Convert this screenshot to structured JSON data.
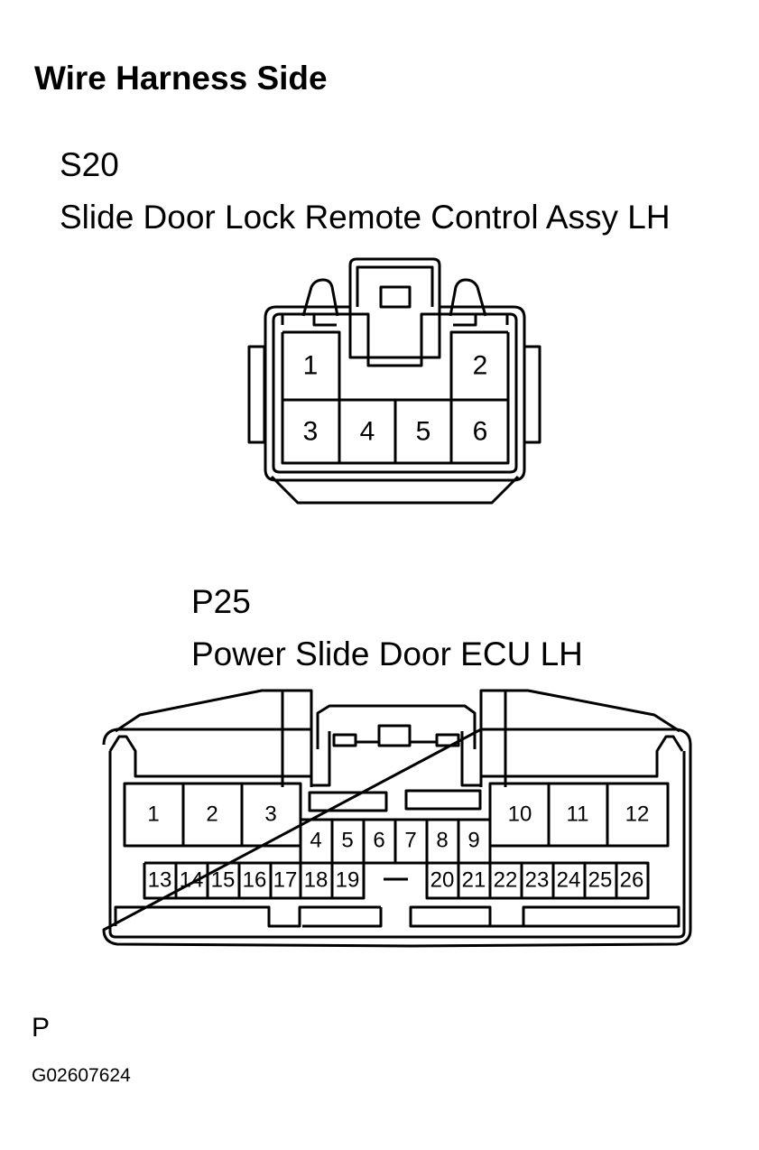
{
  "heading": "Wire Harness Side",
  "connectors": [
    {
      "code": "S20",
      "name": "Slide Door Lock Remote Control Assy LH",
      "pins": [
        "1",
        "2",
        "3",
        "4",
        "5",
        "6"
      ]
    },
    {
      "code": "P25",
      "name": "Power Slide Door ECU LH",
      "pins": [
        "1",
        "2",
        "3",
        "4",
        "5",
        "6",
        "7",
        "8",
        "9",
        "10",
        "11",
        "12",
        "13",
        "14",
        "15",
        "16",
        "17",
        "18",
        "19",
        "20",
        "21",
        "22",
        "23",
        "24",
        "25",
        "26"
      ]
    }
  ],
  "footer": {
    "page_letter": "P",
    "figure_id": "G02607624"
  }
}
